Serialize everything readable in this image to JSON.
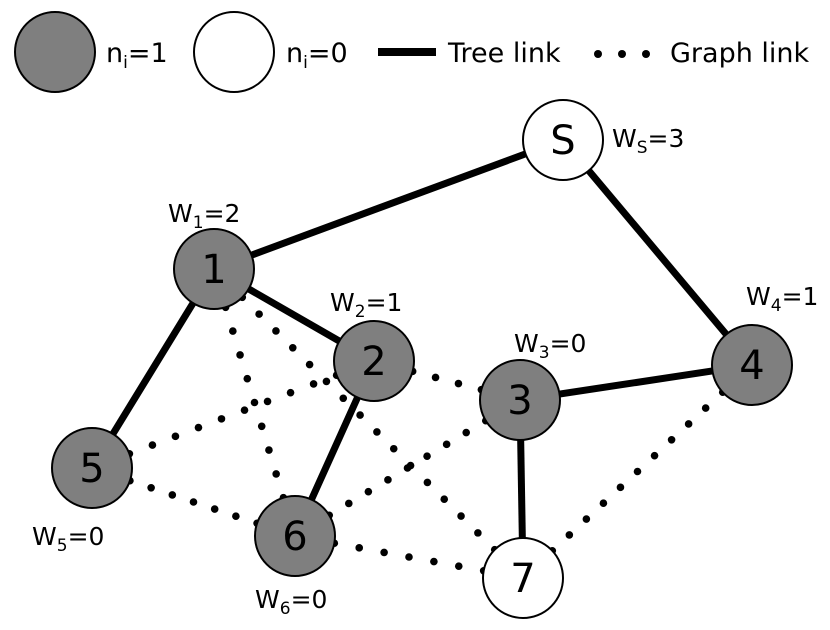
{
  "legend": {
    "filled": {
      "base": "n",
      "sub": "i",
      "suffix": "=1"
    },
    "empty": {
      "base": "n",
      "sub": "i",
      "suffix": "=0"
    },
    "tree_link": "Tree link",
    "graph_link": "Graph link"
  },
  "colors": {
    "filled_node": "#7f7f7f",
    "empty_node": "#ffffff",
    "stroke": "#000000"
  },
  "nodes": [
    {
      "id": "S",
      "label": "S",
      "filled": false,
      "weight": {
        "base": "W",
        "sub": "S",
        "suffix": "=3"
      }
    },
    {
      "id": "1",
      "label": "1",
      "filled": true,
      "weight": {
        "base": "W",
        "sub": "1",
        "suffix": "=2"
      }
    },
    {
      "id": "2",
      "label": "2",
      "filled": true,
      "weight": {
        "base": "W",
        "sub": "2",
        "suffix": "=1"
      }
    },
    {
      "id": "3",
      "label": "3",
      "filled": true,
      "weight": {
        "base": "W",
        "sub": "3",
        "suffix": "=0"
      }
    },
    {
      "id": "4",
      "label": "4",
      "filled": true,
      "weight": {
        "base": "W",
        "sub": "4",
        "suffix": "=1"
      }
    },
    {
      "id": "5",
      "label": "5",
      "filled": true,
      "weight": {
        "base": "W",
        "sub": "5",
        "suffix": "=0"
      }
    },
    {
      "id": "6",
      "label": "6",
      "filled": true,
      "weight": {
        "base": "W",
        "sub": "6",
        "suffix": "=0"
      }
    },
    {
      "id": "7",
      "label": "7",
      "filled": false,
      "weight": null
    }
  ],
  "tree_edges": [
    [
      "S",
      "1"
    ],
    [
      "S",
      "4"
    ],
    [
      "1",
      "5"
    ],
    [
      "1",
      "2"
    ],
    [
      "2",
      "6"
    ],
    [
      "3",
      "4"
    ],
    [
      "3",
      "7"
    ]
  ],
  "graph_edges": [
    [
      "1",
      "6"
    ],
    [
      "1",
      "7"
    ],
    [
      "2",
      "5"
    ],
    [
      "2",
      "3"
    ],
    [
      "5",
      "6"
    ],
    [
      "6",
      "3"
    ],
    [
      "6",
      "7"
    ],
    [
      "7",
      "4"
    ]
  ]
}
